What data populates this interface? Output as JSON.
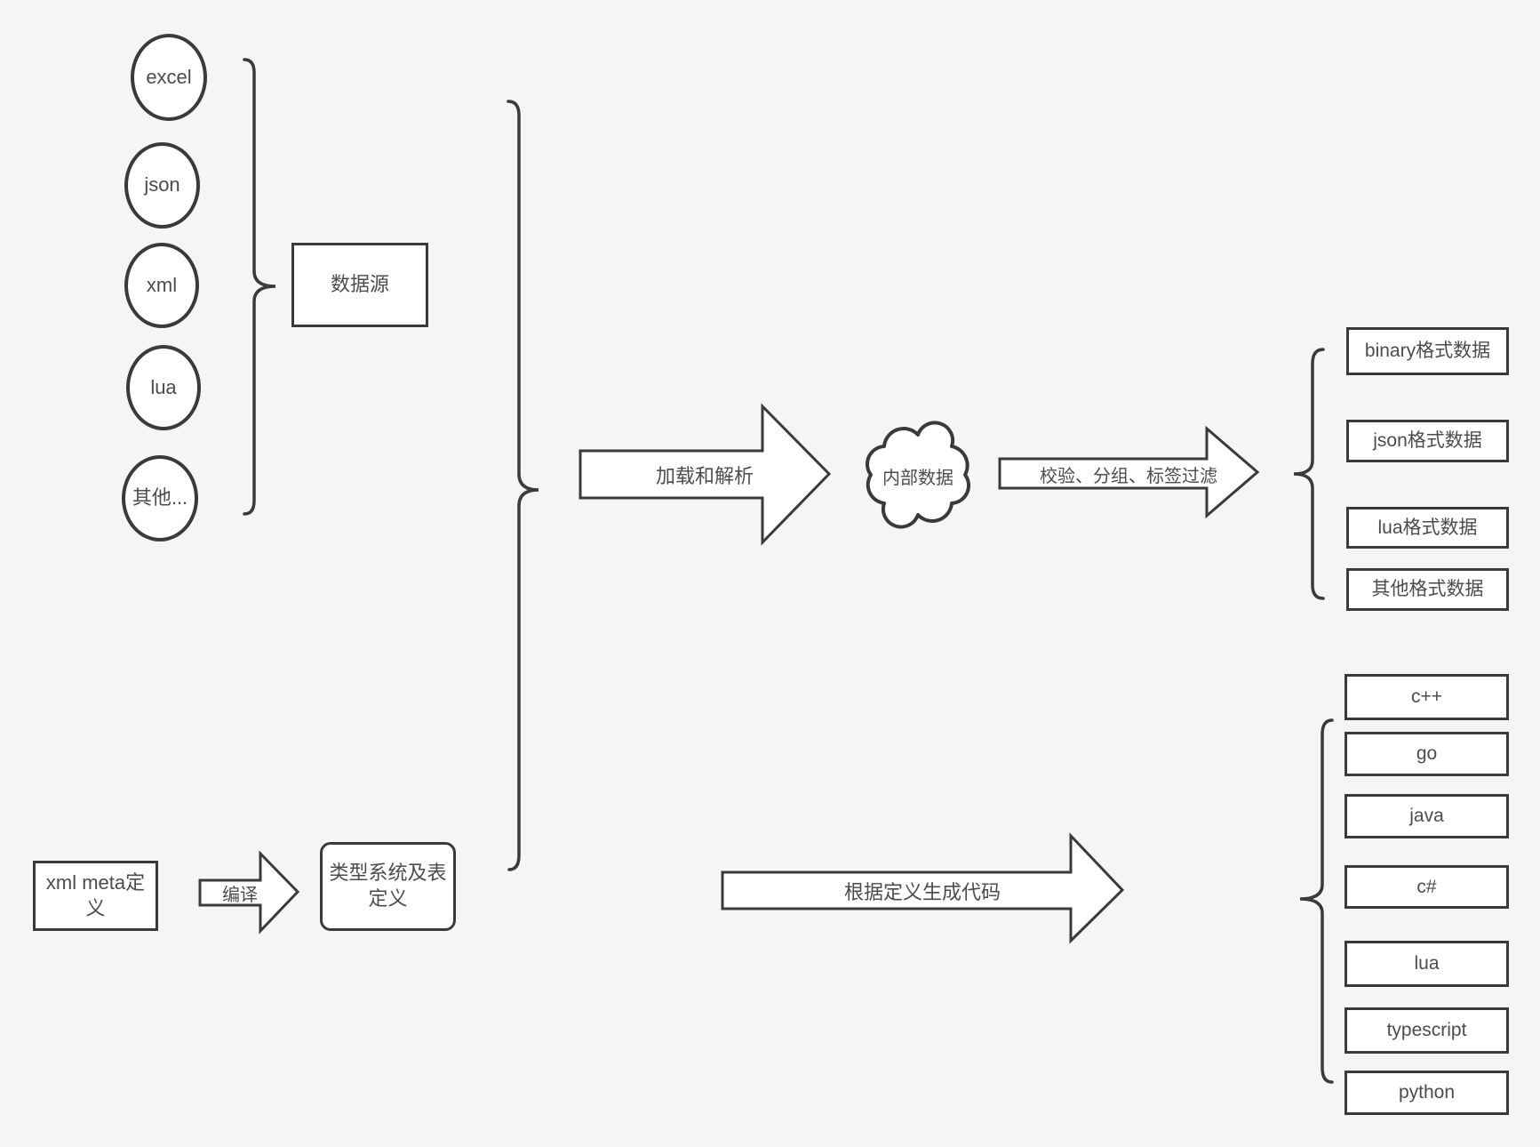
{
  "colors": {
    "background": "#f5f5f6",
    "shape_stroke": "#3a3a3a",
    "shape_fill": "#ffffff",
    "text": "#4c4c4c"
  },
  "sources": {
    "group_label": "数据源",
    "items": [
      "excel",
      "json",
      "xml",
      "lua",
      "其他..."
    ]
  },
  "definitions": {
    "xml_meta_box": "xml meta定义",
    "compile_arrow": "编译",
    "type_system_box": "类型系统及表定义"
  },
  "pipeline": {
    "load_parse_arrow": "加载和解析",
    "internal_data_cloud": "内部数据",
    "filter_arrow": "校验、分组、标签过滤",
    "generate_code_arrow": "根据定义生成代码"
  },
  "outputs": {
    "data_formats": [
      "binary格式数据",
      "json格式数据",
      "lua格式数据",
      "其他格式数据"
    ],
    "languages": [
      "c++",
      "go",
      "java",
      "c#",
      "lua",
      "typescript",
      "python"
    ]
  }
}
